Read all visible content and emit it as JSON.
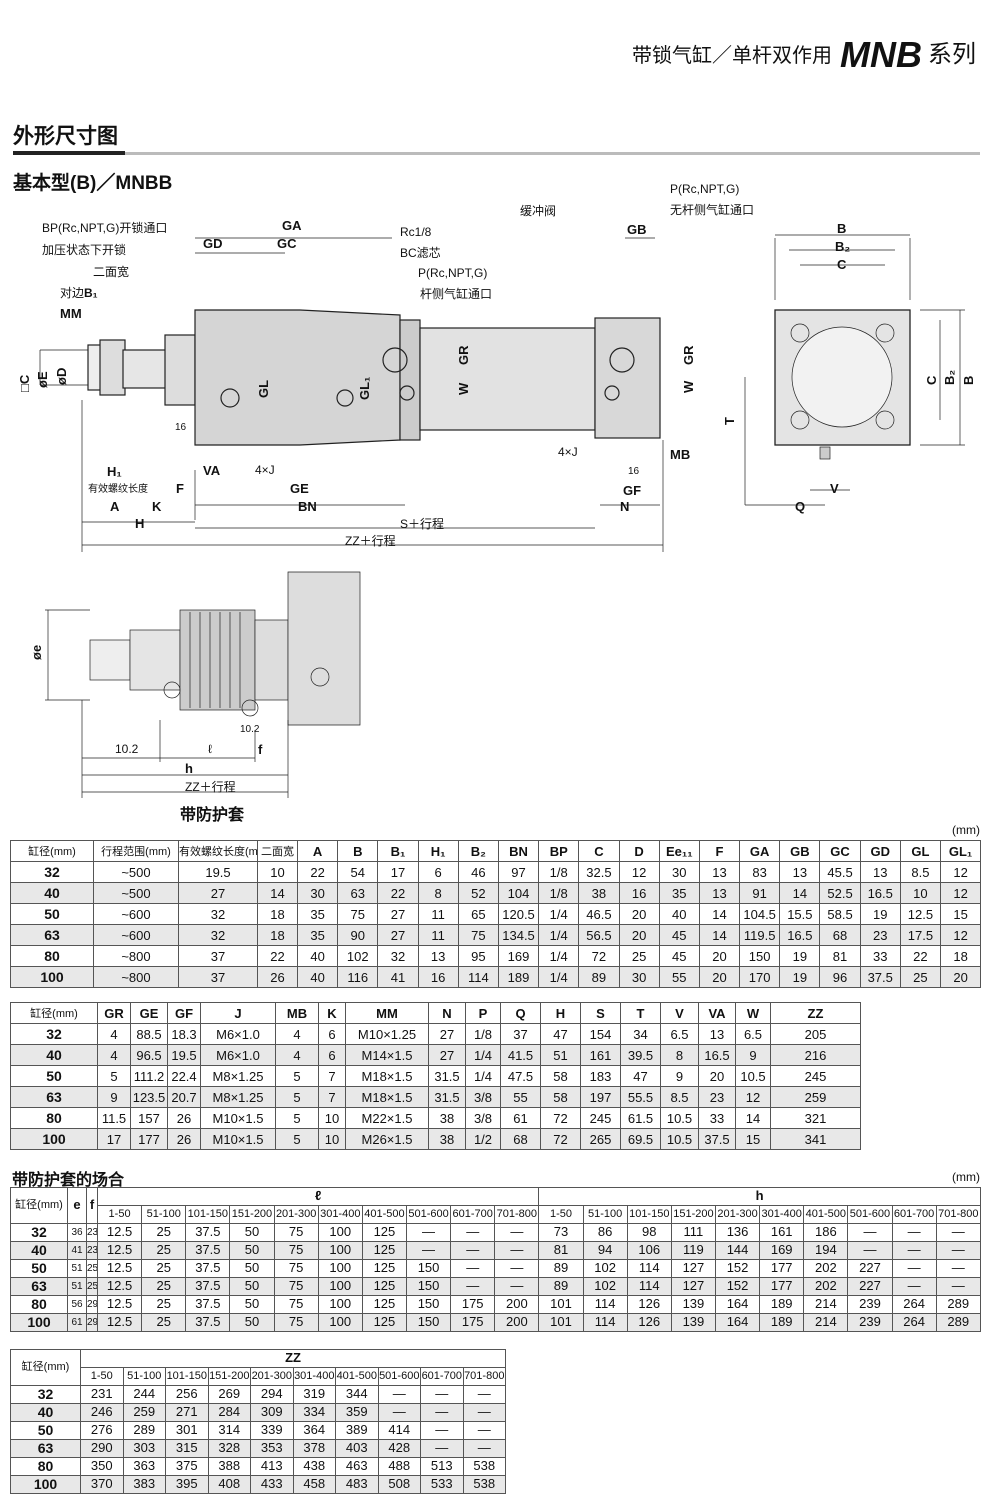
{
  "header": {
    "title_prefix": "带锁气缸／单杆双作用",
    "series": "MNB",
    "title_suffix": "系列"
  },
  "section_title": "外形尺寸图",
  "subtitle": "基本型(B)／MNBB",
  "drawing": {
    "bp_port": "BP(Rc,NPT,G)开锁通口",
    "bp_note": "加压状态下开锁",
    "flats": "二面宽",
    "flats_b1_prefix": "对边",
    "b1": "B₁",
    "mm": "MM",
    "sq_c": "□C",
    "oe": "øE",
    "od": "øD",
    "h1": "H₁",
    "thread_len": "有效螺纹长度",
    "a": "A",
    "k": "K",
    "h": "H",
    "f": "F",
    "va": "VA",
    "j4": "4×J",
    "d16": "16",
    "ge": "GE",
    "bn": "BN",
    "gd": "GD",
    "gc": "GC",
    "ga": "GA",
    "gl": "GL",
    "gl1": "GL₁",
    "rc18": "Rc1/8",
    "bc": "BC滤芯",
    "p_port": "P(Rc,NPT,G)",
    "rod_port": "杆侧气缸通口",
    "gr": "GR",
    "w": "W",
    "cushion": "缓冲阀",
    "p_port2": "P(Rc,NPT,G)",
    "head_port": "无杆侧气缸通口",
    "gb": "GB",
    "gr2": "GR",
    "w2": "W",
    "j4b": "4×J",
    "mb": "MB",
    "d16b": "16",
    "gf": "GF",
    "n": "N",
    "s_stroke": "S＋行程",
    "zz_stroke": "ZZ＋行程",
    "side": {
      "b": "B",
      "b2": "B₂",
      "c": "C",
      "t": "T",
      "c_r": "C",
      "b2_r": "B₂",
      "b_r": "B",
      "v": "V",
      "q": "Q"
    },
    "boot": {
      "oe": "øe",
      "d102": "10.2",
      "l": "ℓ",
      "d102b": "10.2",
      "f": "f",
      "h": "h",
      "zz_stroke": "ZZ＋行程",
      "caption": "带防护套"
    }
  },
  "unit": "(mm)",
  "table1": {
    "headers": [
      "缸径(mm)",
      "行程范围(mm)",
      "有效螺纹长度(mm)",
      "二面宽",
      "A",
      "B",
      "B₁",
      "H₁",
      "B₂",
      "BN",
      "BP",
      "C",
      "D",
      "Ee₁₁",
      "F",
      "GA",
      "GB",
      "GC",
      "GD",
      "GL",
      "GL₁"
    ],
    "rows": [
      [
        "32",
        "~500",
        "19.5",
        "10",
        "22",
        "54",
        "17",
        "6",
        "46",
        "97",
        "1/8",
        "32.5",
        "12",
        "30",
        "13",
        "83",
        "13",
        "45.5",
        "13",
        "8.5",
        "12"
      ],
      [
        "40",
        "~500",
        "27",
        "14",
        "30",
        "63",
        "22",
        "8",
        "52",
        "104",
        "1/8",
        "38",
        "16",
        "35",
        "13",
        "91",
        "14",
        "52.5",
        "16.5",
        "10",
        "12"
      ],
      [
        "50",
        "~600",
        "32",
        "18",
        "35",
        "75",
        "27",
        "11",
        "65",
        "120.5",
        "1/4",
        "46.5",
        "20",
        "40",
        "14",
        "104.5",
        "15.5",
        "58.5",
        "19",
        "12.5",
        "15"
      ],
      [
        "63",
        "~600",
        "32",
        "18",
        "35",
        "90",
        "27",
        "11",
        "75",
        "134.5",
        "1/4",
        "56.5",
        "20",
        "45",
        "14",
        "119.5",
        "16.5",
        "68",
        "23",
        "17.5",
        "12"
      ],
      [
        "80",
        "~800",
        "37",
        "22",
        "40",
        "102",
        "32",
        "13",
        "95",
        "169",
        "1/4",
        "72",
        "25",
        "45",
        "20",
        "150",
        "19",
        "81",
        "33",
        "22",
        "18"
      ],
      [
        "100",
        "~800",
        "37",
        "26",
        "40",
        "116",
        "41",
        "16",
        "114",
        "189",
        "1/4",
        "89",
        "30",
        "55",
        "20",
        "170",
        "19",
        "96",
        "37.5",
        "25",
        "20"
      ]
    ]
  },
  "table2": {
    "headers": [
      "缸径(mm)",
      "GR",
      "GE",
      "GF",
      "J",
      "MB",
      "K",
      "MM",
      "N",
      "P",
      "Q",
      "H",
      "S",
      "T",
      "V",
      "VA",
      "W",
      "ZZ"
    ],
    "rows": [
      [
        "32",
        "4",
        "88.5",
        "18.3",
        "M6×1.0",
        "4",
        "6",
        "M10×1.25",
        "27",
        "1/8",
        "37",
        "47",
        "154",
        "34",
        "6.5",
        "13",
        "6.5",
        "205"
      ],
      [
        "40",
        "4",
        "96.5",
        "19.5",
        "M6×1.0",
        "4",
        "6",
        "M14×1.5",
        "27",
        "1/4",
        "41.5",
        "51",
        "161",
        "39.5",
        "8",
        "16.5",
        "9",
        "216"
      ],
      [
        "50",
        "5",
        "111.2",
        "22.4",
        "M8×1.25",
        "5",
        "7",
        "M18×1.5",
        "31.5",
        "1/4",
        "47.5",
        "58",
        "183",
        "47",
        "9",
        "20",
        "10.5",
        "245"
      ],
      [
        "63",
        "9",
        "123.5",
        "20.7",
        "M8×1.25",
        "5",
        "7",
        "M18×1.5",
        "31.5",
        "3/8",
        "55",
        "58",
        "197",
        "55.5",
        "8.5",
        "23",
        "12",
        "259"
      ],
      [
        "80",
        "11.5",
        "157",
        "26",
        "M10×1.5",
        "5",
        "10",
        "M22×1.5",
        "38",
        "3/8",
        "61",
        "72",
        "245",
        "61.5",
        "10.5",
        "33",
        "14",
        "321"
      ],
      [
        "100",
        "17",
        "177",
        "26",
        "M10×1.5",
        "5",
        "10",
        "M26×1.5",
        "38",
        "1/2",
        "68",
        "72",
        "265",
        "69.5",
        "10.5",
        "37.5",
        "15",
        "341"
      ]
    ]
  },
  "table3": {
    "title": "带防护套的场合",
    "bore": "缸径(mm)",
    "e": "e",
    "f": "f",
    "l": "ℓ",
    "h": "h",
    "ranges": [
      "1-50",
      "51-100",
      "101-150",
      "151-200",
      "201-300",
      "301-400",
      "401-500",
      "501-600",
      "601-700",
      "701-800"
    ],
    "rows": [
      [
        "32",
        "36",
        "23",
        "12.5",
        "25",
        "37.5",
        "50",
        "75",
        "100",
        "125",
        "—",
        "—",
        "—",
        "73",
        "86",
        "98",
        "111",
        "136",
        "161",
        "186",
        "—",
        "—",
        "—"
      ],
      [
        "40",
        "41",
        "23",
        "12.5",
        "25",
        "37.5",
        "50",
        "75",
        "100",
        "125",
        "—",
        "—",
        "—",
        "81",
        "94",
        "106",
        "119",
        "144",
        "169",
        "194",
        "—",
        "—",
        "—"
      ],
      [
        "50",
        "51",
        "25",
        "12.5",
        "25",
        "37.5",
        "50",
        "75",
        "100",
        "125",
        "150",
        "—",
        "—",
        "89",
        "102",
        "114",
        "127",
        "152",
        "177",
        "202",
        "227",
        "—",
        "—"
      ],
      [
        "63",
        "51",
        "25",
        "12.5",
        "25",
        "37.5",
        "50",
        "75",
        "100",
        "125",
        "150",
        "—",
        "—",
        "89",
        "102",
        "114",
        "127",
        "152",
        "177",
        "202",
        "227",
        "—",
        "—"
      ],
      [
        "80",
        "56",
        "29",
        "12.5",
        "25",
        "37.5",
        "50",
        "75",
        "100",
        "125",
        "150",
        "175",
        "200",
        "101",
        "114",
        "126",
        "139",
        "164",
        "189",
        "214",
        "239",
        "264",
        "289"
      ],
      [
        "100",
        "61",
        "29",
        "12.5",
        "25",
        "37.5",
        "50",
        "75",
        "100",
        "125",
        "150",
        "175",
        "200",
        "101",
        "114",
        "126",
        "139",
        "164",
        "189",
        "214",
        "239",
        "264",
        "289"
      ]
    ]
  },
  "table4": {
    "bore": "缸径(mm)",
    "zz": "ZZ",
    "ranges": [
      "1-50",
      "51-100",
      "101-150",
      "151-200",
      "201-300",
      "301-400",
      "401-500",
      "501-600",
      "601-700",
      "701-800"
    ],
    "rows": [
      [
        "32",
        "231",
        "244",
        "256",
        "269",
        "294",
        "319",
        "344",
        "—",
        "—",
        "—"
      ],
      [
        "40",
        "246",
        "259",
        "271",
        "284",
        "309",
        "334",
        "359",
        "—",
        "—",
        "—"
      ],
      [
        "50",
        "276",
        "289",
        "301",
        "314",
        "339",
        "364",
        "389",
        "414",
        "—",
        "—"
      ],
      [
        "63",
        "290",
        "303",
        "315",
        "328",
        "353",
        "378",
        "403",
        "428",
        "—",
        "—"
      ],
      [
        "80",
        "350",
        "363",
        "375",
        "388",
        "413",
        "438",
        "463",
        "488",
        "513",
        "538"
      ],
      [
        "100",
        "370",
        "383",
        "395",
        "408",
        "433",
        "458",
        "483",
        "508",
        "533",
        "538"
      ]
    ]
  }
}
